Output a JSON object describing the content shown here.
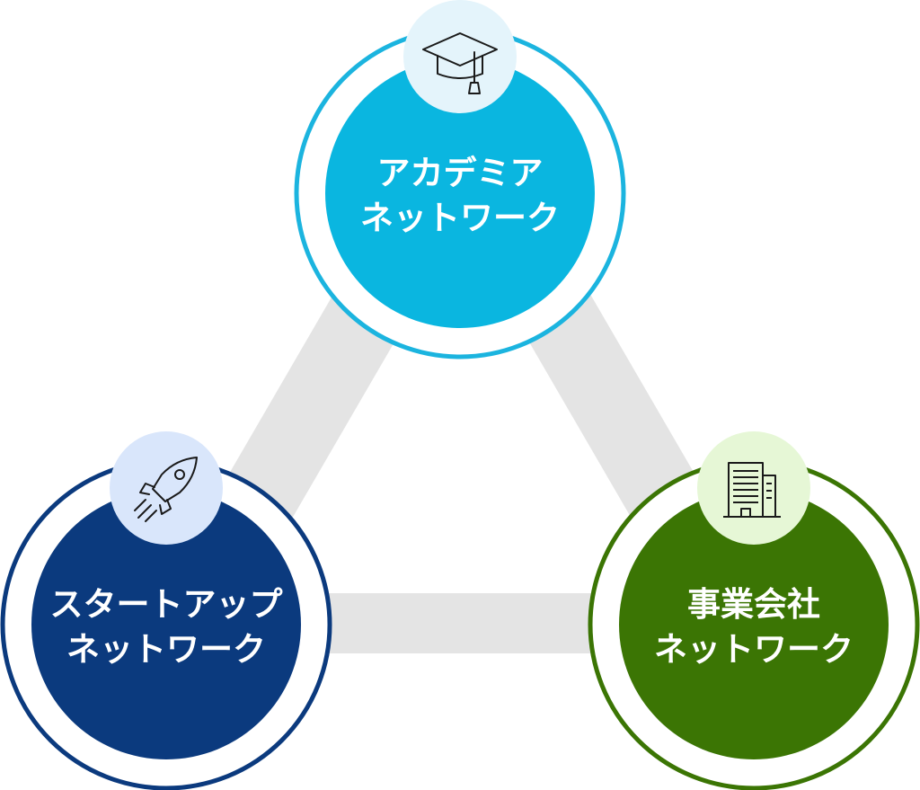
{
  "nodes": {
    "academia": {
      "line1": "アカデミア",
      "line2": "ネットワーク",
      "icon": "graduation-cap-icon",
      "color": "#0ab6e0",
      "ring_color": "#1bb4df",
      "badge_color": "#e4f4fb"
    },
    "startup": {
      "line1": "スタートアップ",
      "line2": "ネットワーク",
      "icon": "rocket-icon",
      "color": "#0b3a7e",
      "ring_color": "#0b3a7e",
      "badge_color": "#d9e6fb"
    },
    "business": {
      "line1": "事業会社",
      "line2": "ネットワーク",
      "icon": "office-building-icon",
      "color": "#3b7504",
      "ring_color": "#3b7504",
      "badge_color": "#e6f7d6"
    }
  },
  "connector_color": "#e4e4e4"
}
